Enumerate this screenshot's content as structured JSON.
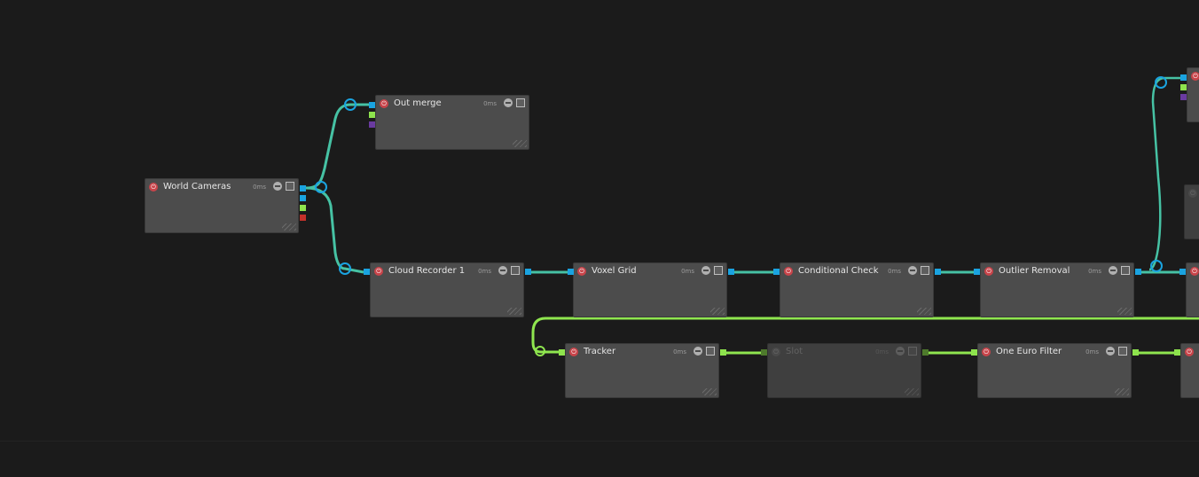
{
  "colors": {
    "background": "#1b1b1b",
    "node": "#4c4c4c",
    "point_cloud_wire": "#46c2a4",
    "tracker_wire": "#8fe64f",
    "port_blue": "#1aa3e0",
    "port_green": "#8ee34d",
    "port_purple": "#6a3ba0",
    "port_red": "#c4312a",
    "power_icon": "#c8444a"
  },
  "nodes": [
    {
      "title": "World Cameras",
      "timing": "0ms"
    },
    {
      "title": "Out merge",
      "timing": "0ms"
    },
    {
      "title": "Cloud Recorder 1",
      "timing": "0ms"
    },
    {
      "title": "Voxel Grid",
      "timing": "0ms"
    },
    {
      "title": "Conditional Check",
      "timing": "0ms"
    },
    {
      "title": "Outlier Removal",
      "timing": "0ms"
    },
    {
      "title": "Tracker",
      "timing": "0ms"
    },
    {
      "title": "Slot",
      "timing": "0ms",
      "disabled": true
    },
    {
      "title": "One Euro Filter",
      "timing": "0ms"
    }
  ],
  "icons": {
    "power": "power-icon",
    "collapse": "minus-icon",
    "toggle": "checkbox-icon",
    "resize": "resize-grip-icon"
  }
}
